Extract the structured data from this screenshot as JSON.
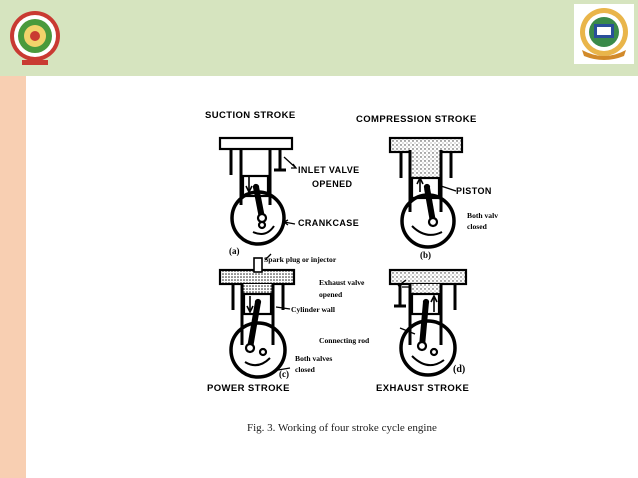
{
  "headings": {
    "suction": "SUCTION STROKE",
    "compression": "COMPRESSION STROKE",
    "power": "POWER STROKE",
    "exhaust": "EXHAUST STROKE"
  },
  "sublabels": {
    "a": "(a)",
    "b": "(b)",
    "c": "(c)",
    "d": "(d)"
  },
  "callouts": {
    "inlet_valve_line1": "INLET VALVE",
    "inlet_valve_line2": "OPENED",
    "crankcase": "CRANKCASE",
    "piston": "PISTON",
    "both_valves_closed_b_line1": "Both valv",
    "both_valves_closed_b_line2": "closed",
    "spark_plug": "Spark plug or injector",
    "exhaust_valve_line1": "Exhaust valve",
    "exhaust_valve_line2": "opened",
    "cylinder_wall": "Cylinder wall",
    "connecting_rod": "Connecting rod",
    "both_valves_closed_c_line1": "Both valves",
    "both_valves_closed_c_line2": "closed"
  },
  "caption": "Fig.  3. Working of four stroke cycle engine",
  "colors": {
    "header_bg": "#d6e4bf",
    "sidebar_bg": "#f8cfb2"
  }
}
